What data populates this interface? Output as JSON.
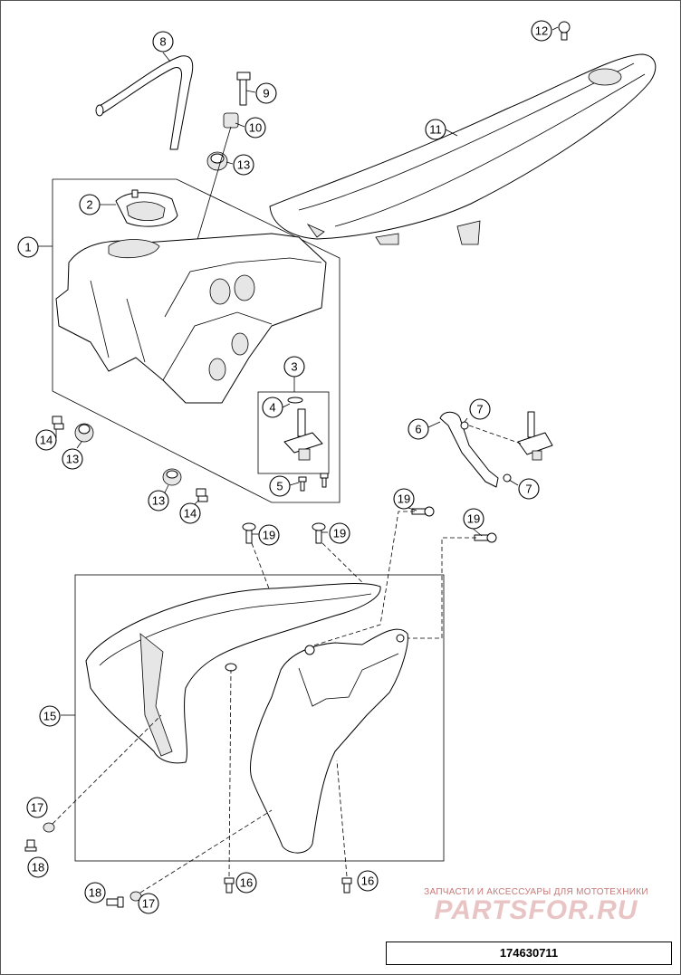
{
  "callouts": [
    {
      "n": "1"
    },
    {
      "n": "2"
    },
    {
      "n": "3"
    },
    {
      "n": "4"
    },
    {
      "n": "5"
    },
    {
      "n": "6"
    },
    {
      "n": "7"
    },
    {
      "n": "7"
    },
    {
      "n": "8"
    },
    {
      "n": "9"
    },
    {
      "n": "10"
    },
    {
      "n": "11"
    },
    {
      "n": "12"
    },
    {
      "n": "13"
    },
    {
      "n": "13"
    },
    {
      "n": "13"
    },
    {
      "n": "14"
    },
    {
      "n": "14"
    },
    {
      "n": "15"
    },
    {
      "n": "16"
    },
    {
      "n": "16"
    },
    {
      "n": "17"
    },
    {
      "n": "17"
    },
    {
      "n": "18"
    },
    {
      "n": "18"
    },
    {
      "n": "19"
    },
    {
      "n": "19"
    },
    {
      "n": "19"
    },
    {
      "n": "19"
    }
  ],
  "watermark": {
    "subtitle": "ЗАПЧАСТИ И АКСЕССУАРЫ ДЛЯ МОТОТЕХНИКИ",
    "brand": "PARTSFOR.RU"
  },
  "reference_number": "174630711"
}
